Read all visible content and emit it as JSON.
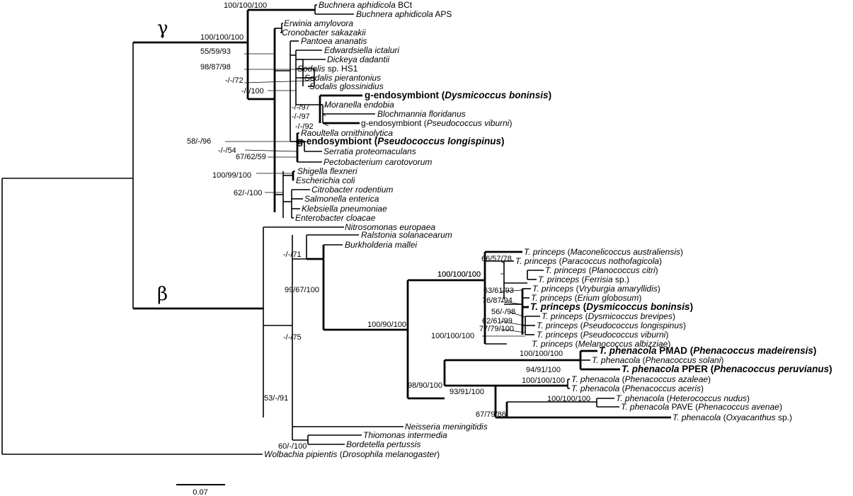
{
  "clades": {
    "gamma": "γ",
    "beta": "β"
  },
  "taxa": [
    {
      "id": "buchnera_bct",
      "parts": [
        {
          "t": "Buchnera aphidicola",
          "i": true
        },
        {
          "t": " BCt"
        }
      ]
    },
    {
      "id": "buchnera_aps",
      "parts": [
        {
          "t": "Buchnera aphidicola",
          "i": true
        },
        {
          "t": " APS"
        }
      ]
    },
    {
      "id": "erwinia",
      "parts": [
        {
          "t": "Erwinia  amylovora",
          "i": true
        }
      ]
    },
    {
      "id": "cronobacter",
      "parts": [
        {
          "t": "Cronobacter  sakazakii",
          "i": true
        }
      ]
    },
    {
      "id": "pantoea",
      "parts": [
        {
          "t": "Pantoea ananatis",
          "i": true
        }
      ]
    },
    {
      "id": "edwardsiella",
      "parts": [
        {
          "t": "Edwardsiella ictaluri",
          "i": true
        }
      ]
    },
    {
      "id": "dickeya",
      "parts": [
        {
          "t": "Dickeya dadantii",
          "i": true
        }
      ]
    },
    {
      "id": "sodalis_hs1",
      "parts": [
        {
          "t": "Sodalis",
          "i": true
        },
        {
          "t": " sp. HS1"
        }
      ]
    },
    {
      "id": "sodalis_pier",
      "parts": [
        {
          "t": "Sodalis pierantonius",
          "i": true
        }
      ]
    },
    {
      "id": "sodalis_glos",
      "parts": [
        {
          "t": "Sodalis glossinidius",
          "i": true
        }
      ]
    },
    {
      "id": "g_endo_dbon",
      "parts": [
        {
          "t": "g-endosymbiont (",
          "b": true
        },
        {
          "t": "Dysmicoccus  boninsis",
          "b": true,
          "i": true
        },
        {
          "t": ")",
          "b": true
        }
      ]
    },
    {
      "id": "moranella",
      "parts": [
        {
          "t": "Moranella endobia",
          "i": true
        }
      ]
    },
    {
      "id": "blochmannia",
      "parts": [
        {
          "t": "Blochmannia floridanus",
          "i": true
        }
      ]
    },
    {
      "id": "g_endo_pvib",
      "parts": [
        {
          "t": "g-endosymbiont ("
        },
        {
          "t": "Pseudococcus viburni",
          "i": true
        },
        {
          "t": ")"
        }
      ]
    },
    {
      "id": "raoultella",
      "parts": [
        {
          "t": "Raoultella ornithinolytica",
          "i": true
        }
      ]
    },
    {
      "id": "g_endo_plon",
      "parts": [
        {
          "t": "g-endosymbiont (",
          "b": true
        },
        {
          "t": "Pseudococcus  longispinus",
          "b": true,
          "i": true
        },
        {
          "t": ")",
          "b": true
        }
      ]
    },
    {
      "id": "serratia",
      "parts": [
        {
          "t": "Serratia proteomaculans",
          "i": true
        }
      ]
    },
    {
      "id": "pectobacterium",
      "parts": [
        {
          "t": "Pectobacterium carotovorum",
          "i": true
        }
      ]
    },
    {
      "id": "shigella",
      "parts": [
        {
          "t": "Shigella flexneri",
          "i": true
        }
      ]
    },
    {
      "id": "ecoli",
      "parts": [
        {
          "t": "Escherichia coli",
          "i": true
        }
      ]
    },
    {
      "id": "citrobacter",
      "parts": [
        {
          "t": "Citrobacter rodentium",
          "i": true
        }
      ]
    },
    {
      "id": "salmonella",
      "parts": [
        {
          "t": "Salmonella enterica",
          "i": true
        }
      ]
    },
    {
      "id": "klebsiella",
      "parts": [
        {
          "t": "Klebsiella pneumoniae",
          "i": true
        }
      ]
    },
    {
      "id": "enterobacter",
      "parts": [
        {
          "t": "Enterobacter cloacae",
          "i": true
        }
      ]
    },
    {
      "id": "nitrosomonas",
      "parts": [
        {
          "t": "Nitrosomonas europaea",
          "i": true
        }
      ]
    },
    {
      "id": "ralstonia",
      "parts": [
        {
          "t": "Ralstonia solanacearum",
          "i": true
        }
      ]
    },
    {
      "id": "burkholderia",
      "parts": [
        {
          "t": "Burkholderia mallei",
          "i": true
        }
      ]
    },
    {
      "id": "tp_maco",
      "parts": [
        {
          "t": "T. princeps",
          "i": true
        },
        {
          "t": " ("
        },
        {
          "t": "Maconelicoccus australiensis",
          "i": true
        },
        {
          "t": ")"
        }
      ]
    },
    {
      "id": "tp_para",
      "parts": [
        {
          "t": "T. princeps",
          "i": true
        },
        {
          "t": " ("
        },
        {
          "t": "Paracoccus nothofagicola",
          "i": true
        },
        {
          "t": ")"
        }
      ]
    },
    {
      "id": "tp_plan",
      "parts": [
        {
          "t": "T. princeps",
          "i": true
        },
        {
          "t": " ("
        },
        {
          "t": "Planococcus citri",
          "i": true
        },
        {
          "t": ")"
        }
      ]
    },
    {
      "id": "tp_ferr",
      "parts": [
        {
          "t": "T. princeps",
          "i": true
        },
        {
          "t": " ("
        },
        {
          "t": "Ferrisia",
          "i": true
        },
        {
          "t": " sp.)"
        }
      ]
    },
    {
      "id": "tp_vryb",
      "parts": [
        {
          "t": "T. princeps",
          "i": true
        },
        {
          "t": " ("
        },
        {
          "t": "Vryburgia amaryllidis",
          "i": true
        },
        {
          "t": ")"
        }
      ]
    },
    {
      "id": "tp_eriu",
      "parts": [
        {
          "t": "T. princeps",
          "i": true
        },
        {
          "t": " ("
        },
        {
          "t": "Erium globosum",
          "i": true
        },
        {
          "t": ")"
        }
      ]
    },
    {
      "id": "tp_dbon",
      "parts": [
        {
          "t": "T. princeps",
          "b": true,
          "i": true
        },
        {
          "t": " (",
          "b": true
        },
        {
          "t": "Dysmicoccus boninsis",
          "b": true,
          "i": true
        },
        {
          "t": ")",
          "b": true
        }
      ]
    },
    {
      "id": "tp_dbre",
      "parts": [
        {
          "t": "T. princeps",
          "i": true
        },
        {
          "t": " ("
        },
        {
          "t": "Dysmicoccus brevipes",
          "i": true
        },
        {
          "t": ")"
        }
      ]
    },
    {
      "id": "tp_plon",
      "parts": [
        {
          "t": "T. princeps",
          "i": true
        },
        {
          "t": " ("
        },
        {
          "t": "Pseudococcus longispinus",
          "i": true
        },
        {
          "t": ")"
        }
      ]
    },
    {
      "id": "tp_pvib",
      "parts": [
        {
          "t": "T. princeps",
          "i": true
        },
        {
          "t": " ("
        },
        {
          "t": "Pseudococcus viburni",
          "i": true
        },
        {
          "t": ")"
        }
      ]
    },
    {
      "id": "tp_mela",
      "parts": [
        {
          "t": "T. princeps",
          "i": true
        },
        {
          "t": " ("
        },
        {
          "t": "Melanococcus albizziae",
          "i": true
        },
        {
          "t": ")"
        }
      ]
    },
    {
      "id": "tph_pmad",
      "parts": [
        {
          "t": "T. phenacola",
          "b": true,
          "i": true
        },
        {
          "t": " PMAD (",
          "b": true
        },
        {
          "t": "Phenacoccus madeirensis",
          "b": true,
          "i": true
        },
        {
          "t": ")",
          "b": true
        }
      ]
    },
    {
      "id": "tph_psol",
      "parts": [
        {
          "t": "T. phenacola",
          "i": true
        },
        {
          "t": " ("
        },
        {
          "t": "Phenacoccus solani",
          "i": true
        },
        {
          "t": ")"
        }
      ]
    },
    {
      "id": "tph_pper",
      "parts": [
        {
          "t": "T. phenacola",
          "b": true,
          "i": true
        },
        {
          "t": " PPER (",
          "b": true
        },
        {
          "t": "Phenacoccus peruvianus",
          "b": true,
          "i": true
        },
        {
          "t": ")",
          "b": true
        }
      ]
    },
    {
      "id": "tph_paza",
      "parts": [
        {
          "t": "T. phenacola",
          "i": true
        },
        {
          "t": " ("
        },
        {
          "t": "Phenacoccus azaleae",
          "i": true
        },
        {
          "t": ")"
        }
      ]
    },
    {
      "id": "tph_pace",
      "parts": [
        {
          "t": "T. phenacola",
          "i": true
        },
        {
          "t": " ("
        },
        {
          "t": "Phenacoccus aceris",
          "i": true
        },
        {
          "t": ")"
        }
      ]
    },
    {
      "id": "tph_hnud",
      "parts": [
        {
          "t": "T. phenacola",
          "i": true
        },
        {
          "t": " ("
        },
        {
          "t": "Heterococcus nudus",
          "i": true
        },
        {
          "t": ")"
        }
      ]
    },
    {
      "id": "tph_pave",
      "parts": [
        {
          "t": "T. phenacola",
          "i": true
        },
        {
          "t": " PAVE ("
        },
        {
          "t": "Phenacoccus avenae",
          "i": true
        },
        {
          "t": ")"
        }
      ]
    },
    {
      "id": "tph_oxya",
      "parts": [
        {
          "t": "T. phenacola",
          "i": true
        },
        {
          "t": " ("
        },
        {
          "t": "Oxyacanthus",
          "i": true
        },
        {
          "t": " sp.)"
        }
      ]
    },
    {
      "id": "neisseria",
      "parts": [
        {
          "t": "Neisseria meningitidis",
          "i": true
        }
      ]
    },
    {
      "id": "thiomonas",
      "parts": [
        {
          "t": "Thiomonas intermedia",
          "i": true
        }
      ]
    },
    {
      "id": "bordetella",
      "parts": [
        {
          "t": "Bordetella pertussis",
          "i": true
        }
      ]
    },
    {
      "id": "wolbachia",
      "parts": [
        {
          "t": "Wolbachia pipientis",
          "i": true
        },
        {
          "t": " ("
        },
        {
          "t": "Drosophila melanogaster",
          "i": true
        },
        {
          "t": ")"
        }
      ]
    }
  ],
  "support_values": [
    "100/100/100",
    "100/100/100",
    "55/59/93",
    "98/87/98",
    "-/-/72",
    "-/-/100",
    "-/-/97",
    "-/-/97",
    "-/-/92",
    "58/-/96",
    "-/-/54",
    "67/62/59",
    "100/99/100",
    "62/-/100",
    "-/-/71",
    "100/100/100",
    "99/67/100",
    "66/57/78",
    "100/100/100",
    "63/61/93",
    "76/87/94",
    "56/-/98",
    "62/61/99",
    "77/79/100",
    "100/100/100",
    "100/90/100",
    "100/100/100",
    "94/91/100",
    "100/100/100",
    "100/100/100",
    "93/91/100",
    "98/90/100",
    "67/79/86",
    "-/-/75",
    "53/-/91",
    "60/-/100"
  ],
  "scale_bar": {
    "label": "0.07"
  }
}
